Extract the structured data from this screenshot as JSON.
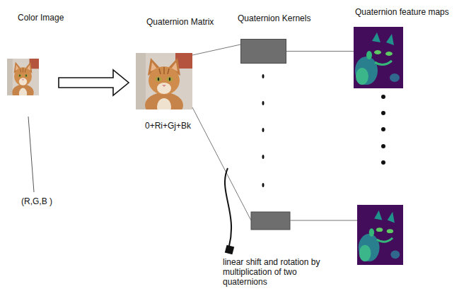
{
  "diagram": {
    "nodes": [
      {
        "text": [
          "Color Image"
        ]
      },
      {
        "text": [
          "Quaternion Matrix",
          "0+Ri+Gj+Bk"
        ]
      },
      {
        "text": [
          "Quaternion Kernels"
        ]
      },
      {
        "text": [
          "Quaternion feature maps"
        ]
      }
    ],
    "edges": [
      {
        "from": 0,
        "to": 1,
        "arrow": "to"
      },
      {
        "from": 1,
        "to": 2,
        "arrow": "none"
      },
      {
        "from": 2,
        "to": 3,
        "arrow": "none"
      }
    ],
    "labels": [
      "(R,G,B )",
      "linear shift and rotation by multiplication of two quaternions"
    ]
  }
}
